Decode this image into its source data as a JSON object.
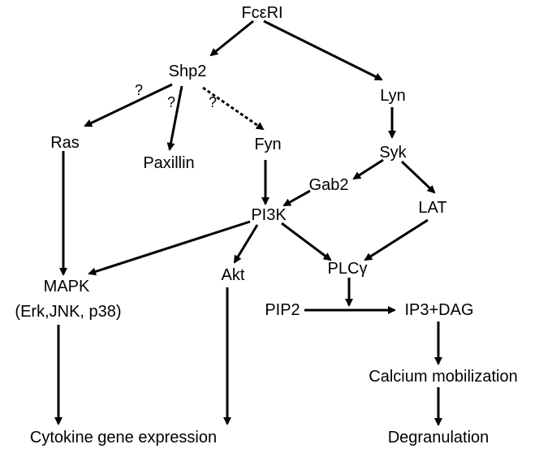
{
  "nodes": {
    "fceri": "FcεRI",
    "shp2": "Shp2",
    "lyn": "Lyn",
    "ras": "Ras",
    "paxillin": "Paxillin",
    "fyn": "Fyn",
    "syk": "Syk",
    "gab2": "Gab2",
    "lat": "LAT",
    "pi3k": "PI3K",
    "mapk": "MAPK",
    "mapk_sub": "(Erk,JNK, p38)",
    "akt": "Akt",
    "plcg": "PLCγ",
    "pip2": "PIP2",
    "ip3dag": "IP3+DAG",
    "calcium": "Calcium mobilization",
    "cytokine": "Cytokine gene expression",
    "degran": "Degranulation"
  },
  "uncertain_marks": {
    "ras": "?",
    "paxillin": "?",
    "fyn": "?"
  },
  "colors": {
    "ink": "#000000",
    "background": "#ffffff"
  }
}
